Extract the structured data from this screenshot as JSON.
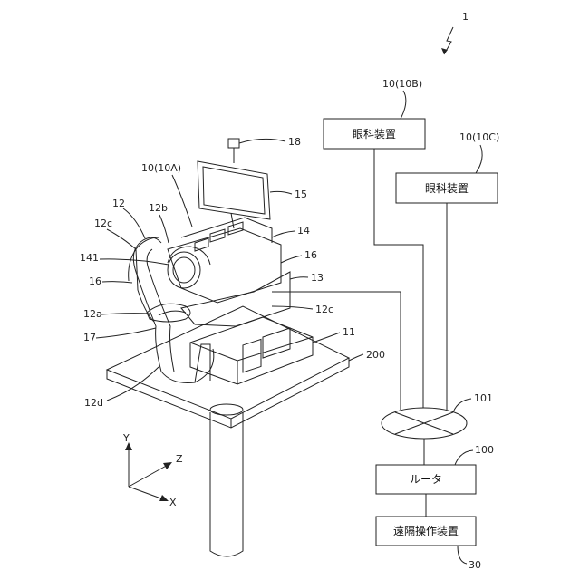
{
  "figure": {
    "system_ref": "1",
    "devices": [
      {
        "ref": "10(10B)",
        "name": "眼科装置"
      },
      {
        "ref": "10(10C)",
        "name": "眼科装置"
      }
    ],
    "router": {
      "ref": "100",
      "name": "ルータ"
    },
    "network_ref": "101",
    "remote": {
      "ref": "30",
      "name": "遠隔操作装置"
    },
    "apparatus_refs": {
      "r18": "18",
      "r10a": "10(10A)",
      "r15": "15",
      "r12": "12",
      "r12b": "12b",
      "r12c_top": "12c",
      "r14": "14",
      "r16_right": "16",
      "r141": "141",
      "r16_left": "16",
      "r13": "13",
      "r12c_mid": "12c",
      "r12a": "12a",
      "r17": "17",
      "r11": "11",
      "r200": "200",
      "r12d": "12d"
    },
    "axes": {
      "y": "Y",
      "z": "Z",
      "x": "X"
    }
  }
}
